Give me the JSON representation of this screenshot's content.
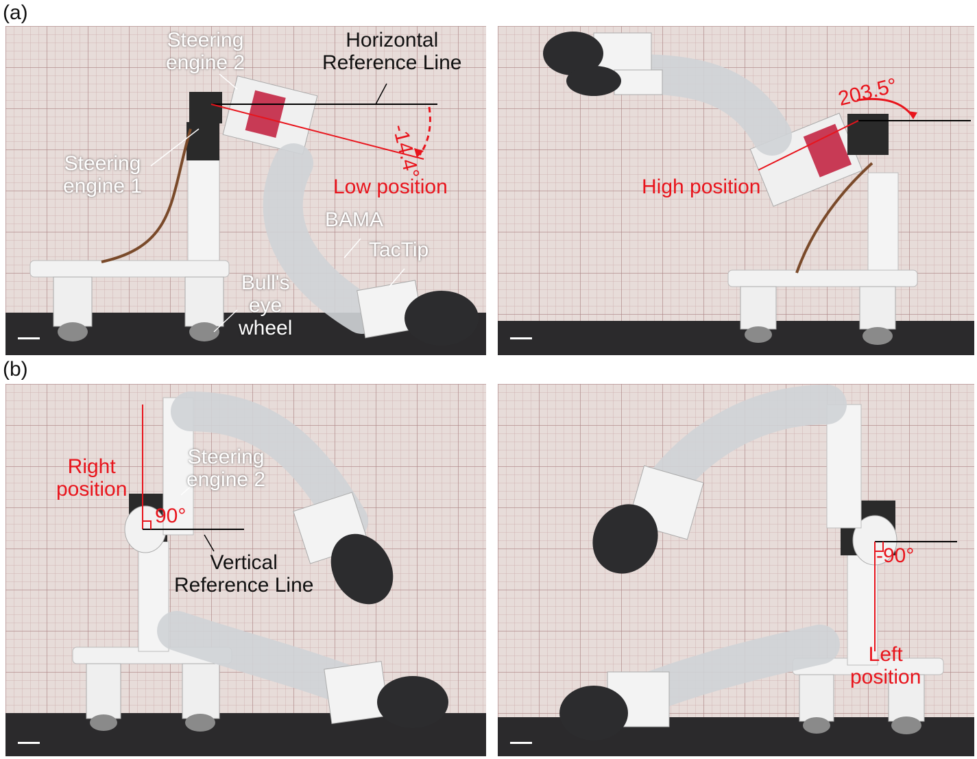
{
  "panel_labels": {
    "a": "(a)",
    "b": "(b)"
  },
  "panel_a_left": {
    "steering_engine_2": [
      "Steering",
      "engine 2"
    ],
    "horizontal_reference_line": [
      "Horizontal",
      "Reference Line"
    ],
    "angle": "-14.4°",
    "steering_engine_1": [
      "Steering",
      "engine 1"
    ],
    "low_position": "Low position",
    "bama": "BAMA",
    "tactip": "TacTip",
    "bulls_eye_wheel": [
      "Bull's",
      "eye",
      "wheel"
    ]
  },
  "panel_a_right": {
    "angle": "203.5°",
    "high_position": "High position"
  },
  "panel_b_left": {
    "right_position": [
      "Right",
      "position"
    ],
    "steering_engine_2": [
      "Steering",
      "engine 2"
    ],
    "angle": "90°",
    "vertical_reference_line": [
      "Vertical",
      "Reference Line"
    ]
  },
  "panel_b_right": {
    "angle": "-90°",
    "left_position": [
      "Left",
      "position"
    ]
  },
  "colors": {
    "annotation_red": "#e8141c",
    "background_grid": "#e7dcd9",
    "table": "#2b2a2c"
  }
}
